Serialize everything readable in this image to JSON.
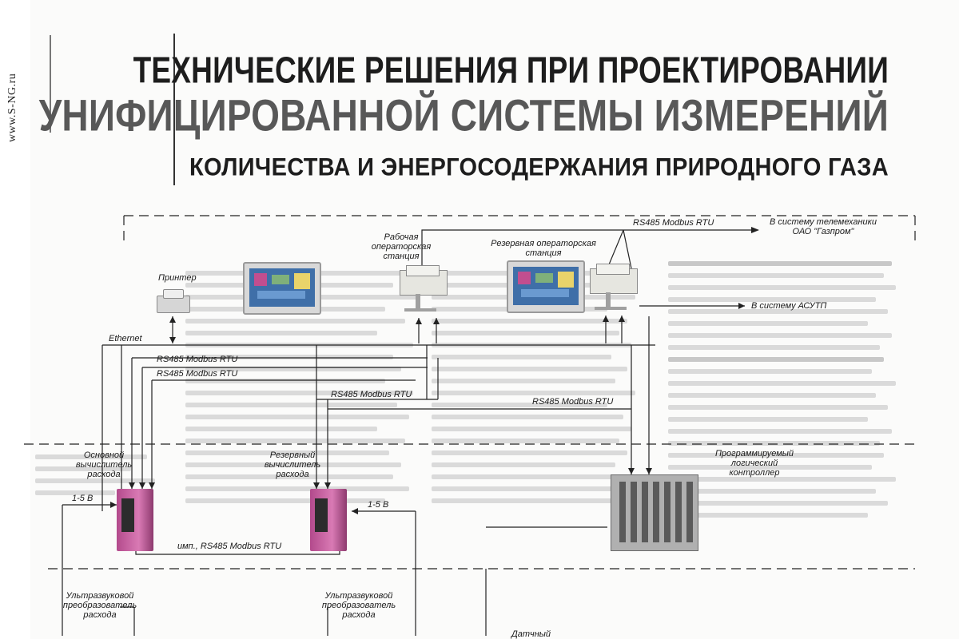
{
  "page": {
    "site_url": "www.S-NG.ru"
  },
  "title": {
    "line1": "ТЕХНИЧЕСКИЕ РЕШЕНИЯ ПРИ ПРОЕКТИРОВАНИИ",
    "line2": "УНИФИЦИРОВАННОЙ СИСТЕМЫ ИЗМЕРЕНИЙ",
    "line3": "КОЛИЧЕСТВА И ЭНЕРГОСОДЕРЖАНИЯ ПРИРОДНОГО ГАЗА"
  },
  "diagram": {
    "printer": "Принтер",
    "ethernet": "Ethernet",
    "operator_station": "Рабочая\nоператорская\nстанция",
    "reserve_station": "Резервная операторская\nстанция",
    "rs485_top": "RS485 Modbus RTU",
    "to_telemechanics": "В систему телемеханики\nОАО \"Газпром\"",
    "to_asutp": "В систему АСУТП",
    "rs485_1": "RS485 Modbus RTU",
    "rs485_2": "RS485 Modbus RTU",
    "rs485_3": "RS485 Modbus RTU",
    "rs485_4": "RS485 Modbus RTU",
    "main_calc": "Основной\nвычислитель\nрасхода",
    "reserve_calc": "Резервный\nвычислитель\nрасхода",
    "plc": "Программируемый\nлогический\nконтроллер",
    "v15_left": "1-5 В",
    "v15_right": "1-5 В",
    "imp_rs485": "имп., RS485 Modbus RTU",
    "ultrasonic1": "Ультразвуковой\nпреобразователь\nрасхода",
    "ultrasonic2": "Ультразвуковой\nпреобразователь\nрасхода",
    "sensor_partial": "Датчный"
  }
}
